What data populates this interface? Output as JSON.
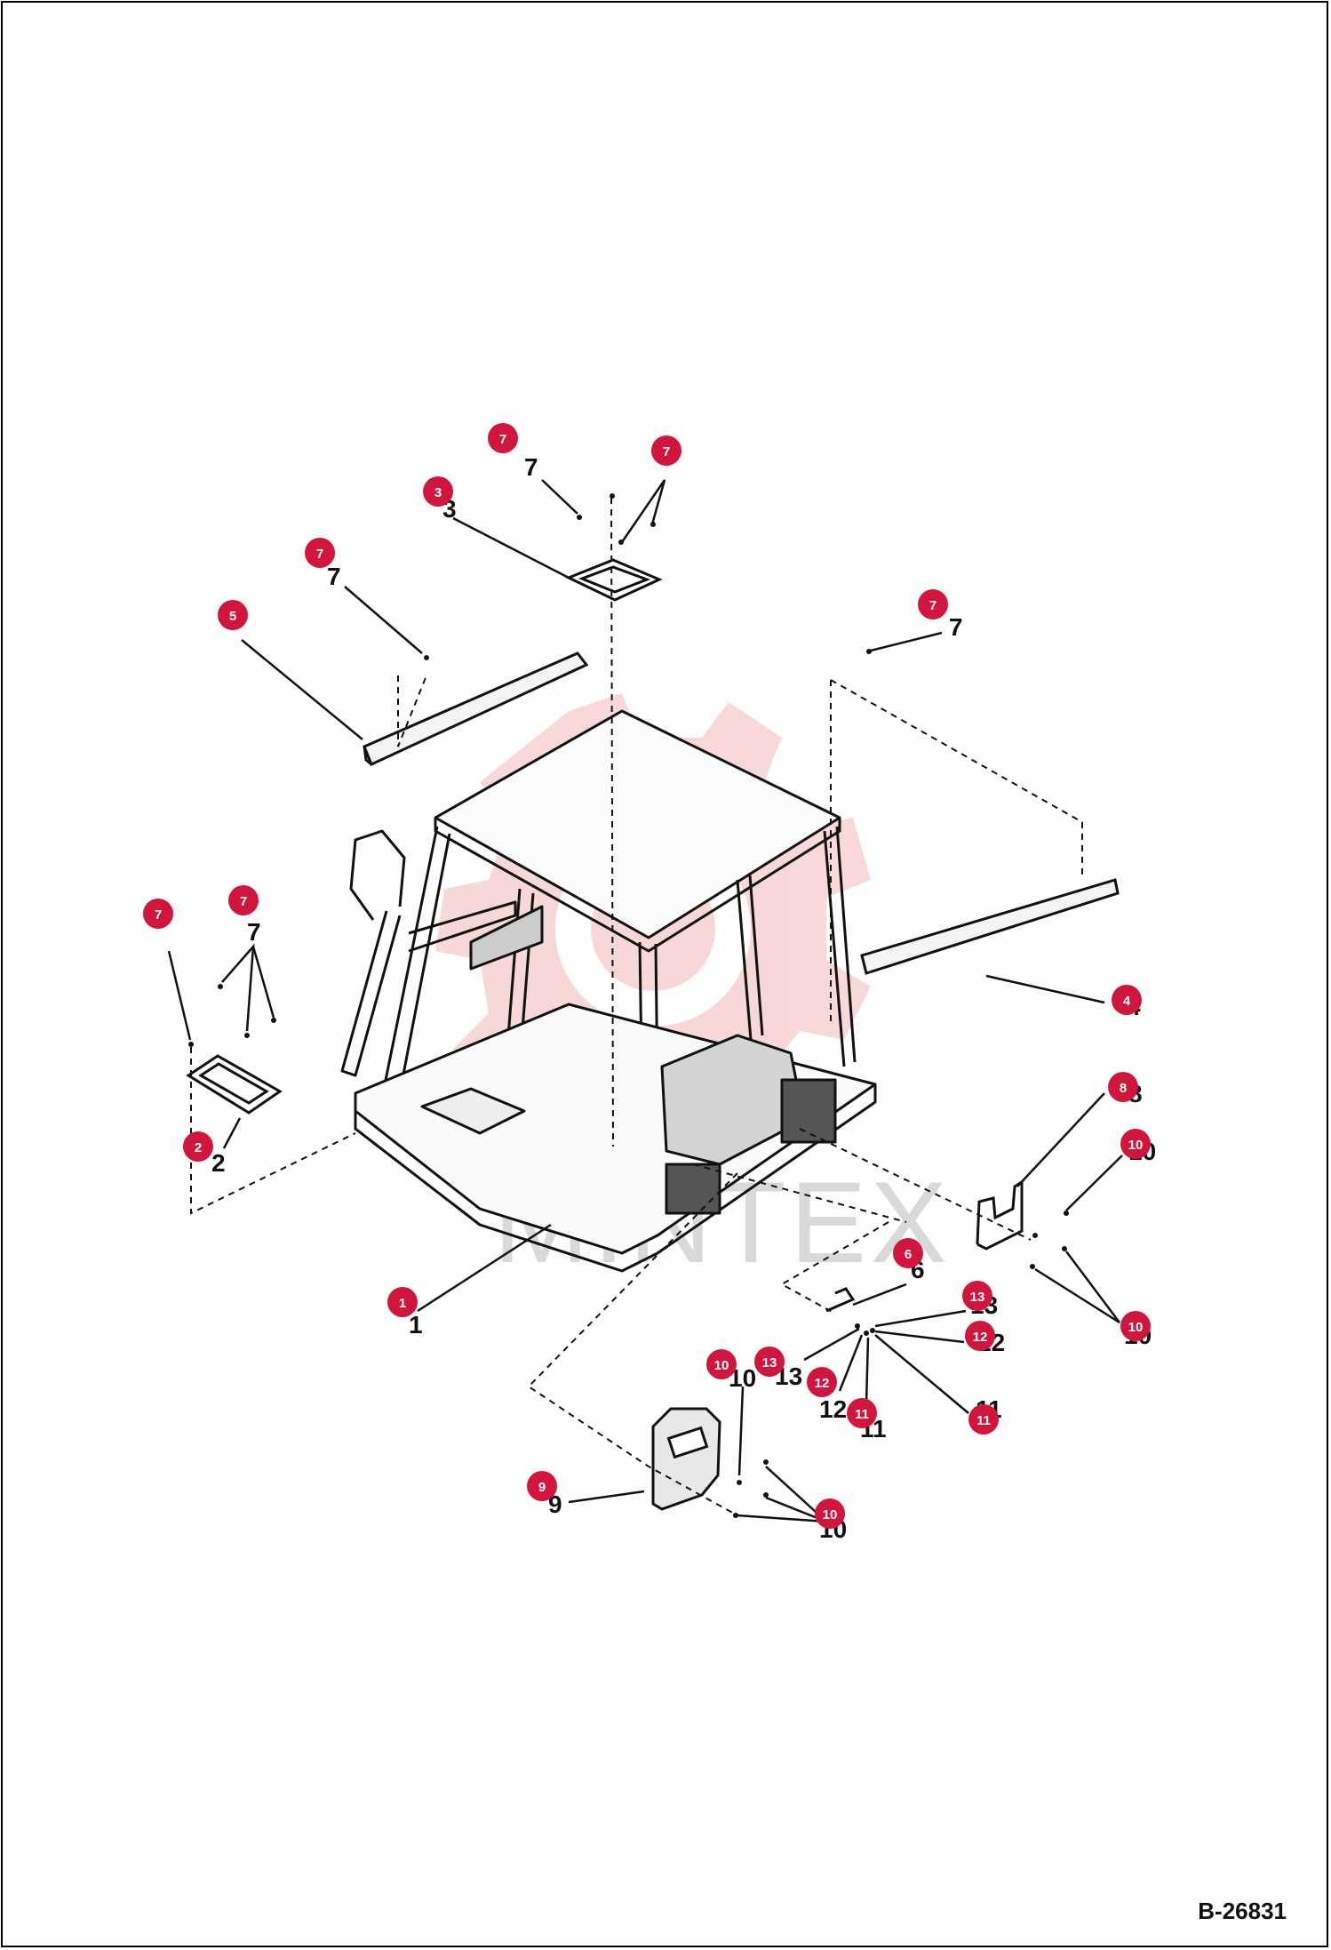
{
  "drawing": {
    "reference_code": "B-26831",
    "watermark_text": "MINTEX",
    "badge_color": "#d0163c",
    "watermark_color": "#f2b8b8"
  },
  "callouts": [
    {
      "number": "7"
    },
    {
      "number": "7"
    },
    {
      "number": "3"
    },
    {
      "number": "7"
    },
    {
      "number": "5"
    },
    {
      "number": "7"
    },
    {
      "number": "7"
    },
    {
      "number": "7"
    },
    {
      "number": "2"
    },
    {
      "number": "4"
    },
    {
      "number": "8"
    },
    {
      "number": "10"
    },
    {
      "number": "1"
    },
    {
      "number": "6"
    },
    {
      "number": "13"
    },
    {
      "number": "12"
    },
    {
      "number": "10"
    },
    {
      "number": "10"
    },
    {
      "number": "13"
    },
    {
      "number": "12"
    },
    {
      "number": "11"
    },
    {
      "number": "11"
    },
    {
      "number": "9"
    },
    {
      "number": "10"
    }
  ],
  "plain_numbers": [
    "7",
    "3",
    "7",
    "7",
    "7",
    "2",
    "4",
    "8",
    "10",
    "1",
    "6",
    "13",
    "12",
    "10",
    "10",
    "13",
    "12",
    "11",
    "11",
    "9",
    "10"
  ]
}
